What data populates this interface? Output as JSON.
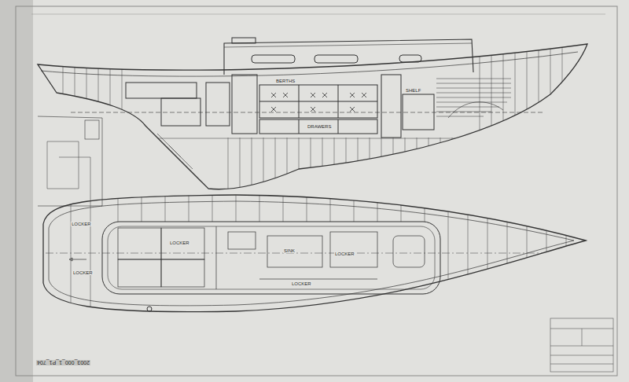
{
  "diagram": {
    "labels": [
      "LOCKER",
      "LOCKER",
      "LOCKER",
      "LOCKER",
      "LOCKER",
      "BERTHS",
      "SHELF",
      "DRAWERS",
      "2003_000_1_P1_704",
      "SINK"
    ]
  }
}
